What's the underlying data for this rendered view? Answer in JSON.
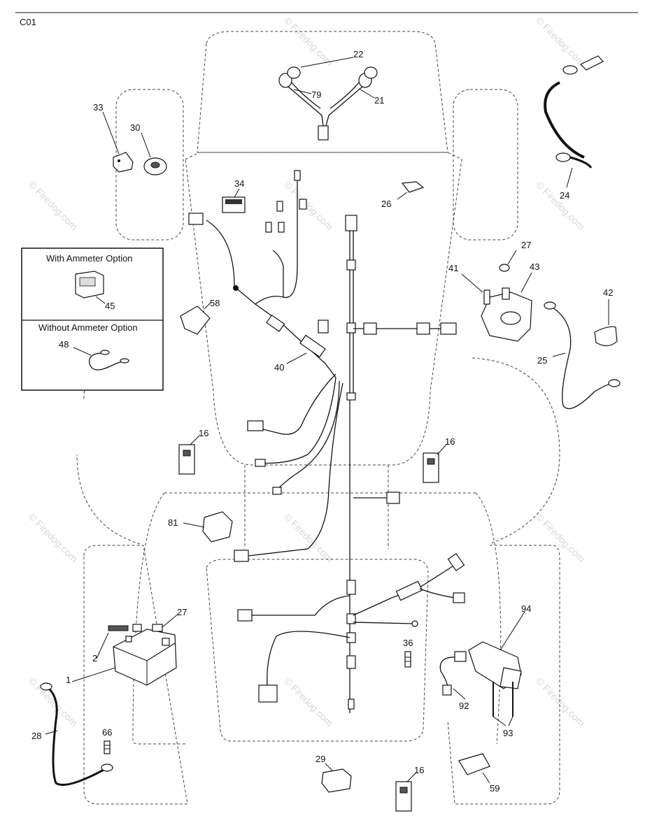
{
  "page_code": "C01",
  "option_box": {
    "with_ammeter": "With Ammeter Option",
    "without_ammeter": "Without Ammeter Option"
  },
  "watermark": "© Firedog.com",
  "part_labels": {
    "p22": "22",
    "p79": "79",
    "p21": "21",
    "p33": "33",
    "p30": "30",
    "p34": "34",
    "p26": "26",
    "p24": "24",
    "p27a": "27",
    "p41": "41",
    "p43": "43",
    "p42": "42",
    "p25": "25",
    "p45": "45",
    "p48": "48",
    "p58": "58",
    "p40": "40",
    "p16a": "16",
    "p16b": "16",
    "p81": "81",
    "p27b": "27",
    "p2": "2",
    "p1": "1",
    "p28": "28",
    "p66": "66",
    "p36": "36",
    "p94": "94",
    "p92": "92",
    "p93": "93",
    "p29": "29",
    "p16c": "16",
    "p59": "59"
  }
}
